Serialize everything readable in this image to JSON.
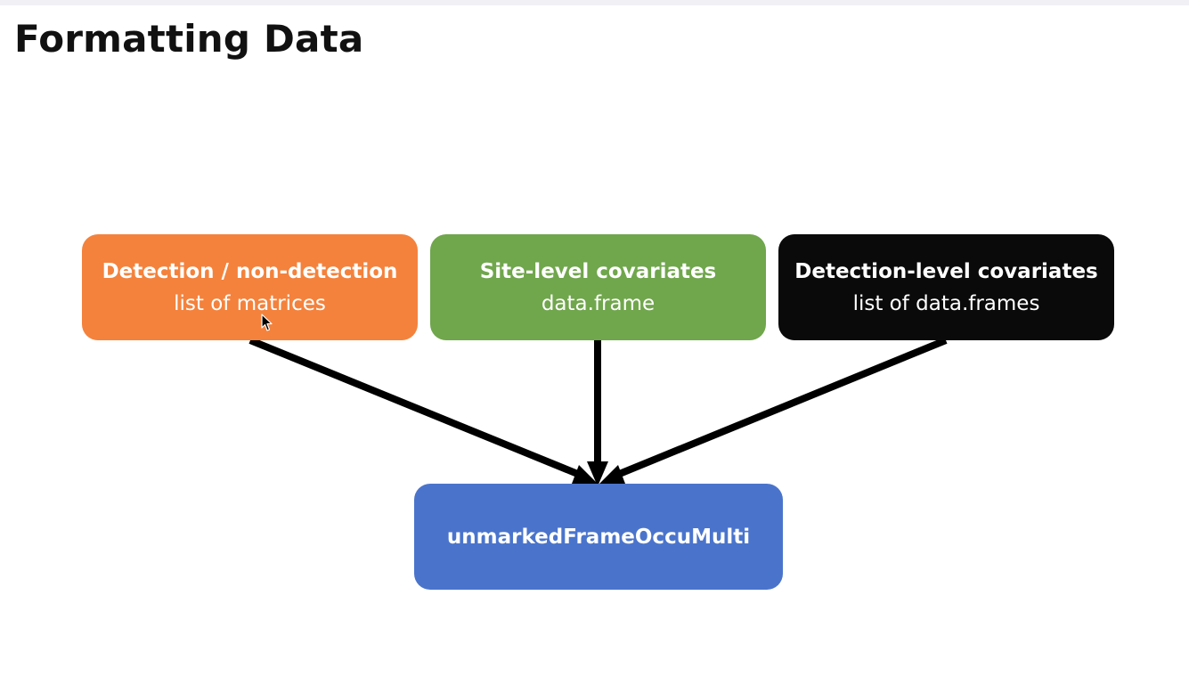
{
  "slide": {
    "title": "Formatting Data"
  },
  "boxes": {
    "detection": {
      "main": "Detection / non-detection",
      "sub": "list of matrices",
      "color": "#f4823c"
    },
    "site": {
      "main": "Site-level covariates",
      "sub": "data.frame",
      "color": "#70a64c"
    },
    "detcov": {
      "main": "Detection-level covariates",
      "sub": "list of data.frames",
      "color": "#0a0a0a"
    },
    "target": {
      "main": "unmarkedFrameOccuMulti",
      "color": "#4a74cc"
    }
  },
  "icons": {
    "cursor": "mouse-pointer-icon"
  }
}
